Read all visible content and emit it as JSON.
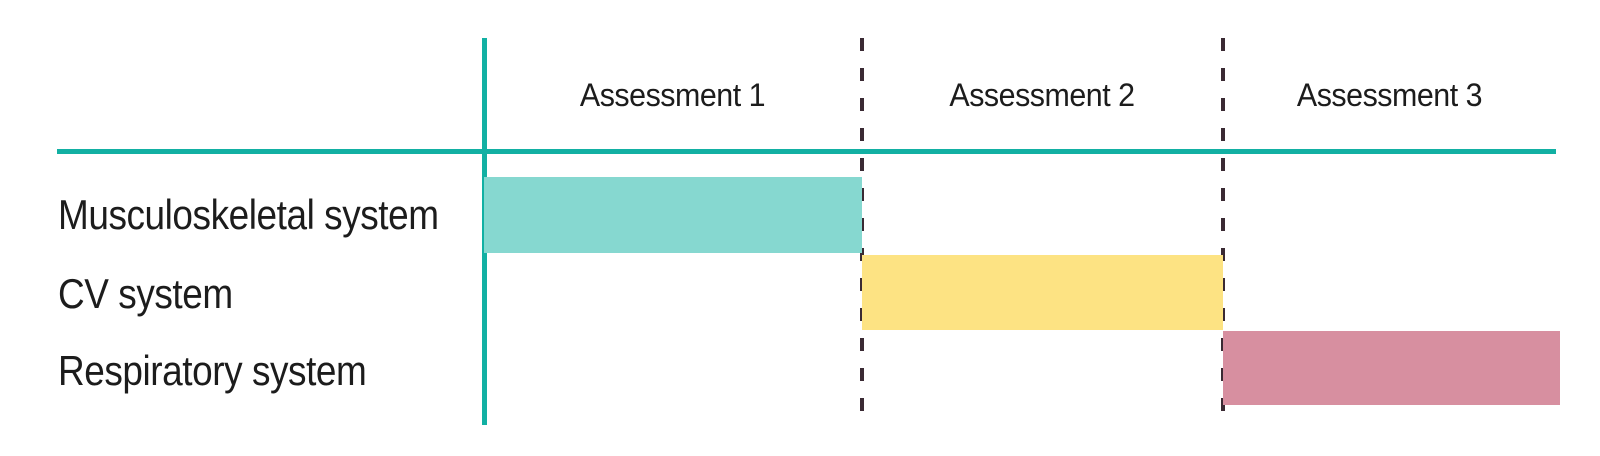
{
  "theme": {
    "background": "#ffffff",
    "text": "#1c1c1c",
    "axis": "#12b0a3",
    "dash": "#3a2a33"
  },
  "chart_data": {
    "type": "bar",
    "subtype": "gantt-schedule",
    "title": "",
    "columns": [
      "Assessment 1",
      "Assessment 2",
      "Assessment 3"
    ],
    "categories": [
      "Musculoskeletal system",
      "CV system",
      "Respiratory system"
    ],
    "bars": [
      {
        "row": "Musculoskeletal system",
        "assessed_in": "Assessment 1",
        "col_start": 0,
        "col_end": 1,
        "color": "#86d8d0"
      },
      {
        "row": "CV system",
        "assessed_in": "Assessment 2",
        "col_start": 1,
        "col_end": 2,
        "color": "#fde383"
      },
      {
        "row": "Respiratory system",
        "assessed_in": "Assessment 3",
        "col_start": 2,
        "col_end": 3,
        "color": "#d78fa0"
      }
    ],
    "legend": false,
    "grid": "dashed vertical separators between assessment columns",
    "axes": "solid teal header rule and left column rule"
  }
}
